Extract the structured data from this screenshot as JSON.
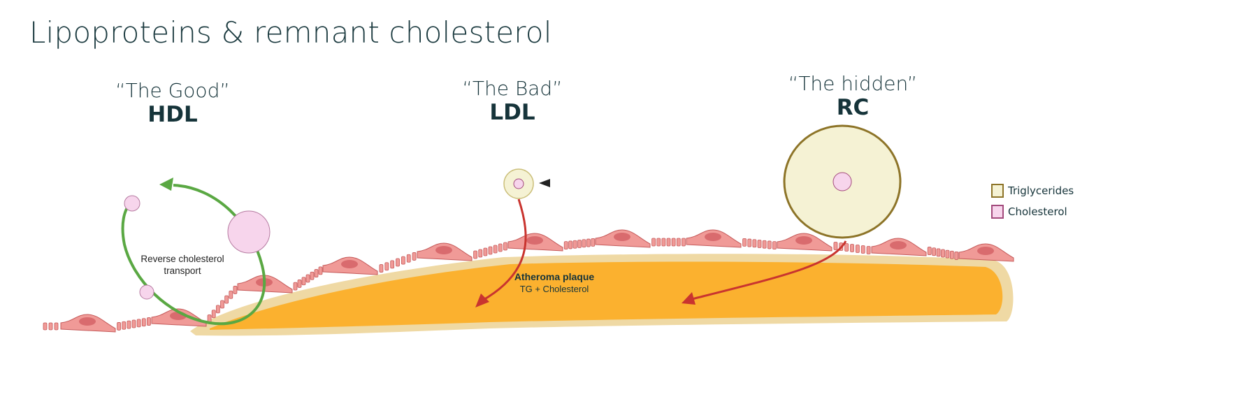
{
  "title": "Lipoproteins & remnant cholesterol",
  "groups": [
    {
      "quote": "“The Good”",
      "name": "HDL"
    },
    {
      "quote": "“The Bad”",
      "name": "LDL"
    },
    {
      "quote": "“The hidden”",
      "name": "RC"
    }
  ],
  "hdl_cycle_label": [
    "Reverse cholesterol",
    "transport"
  ],
  "plaque": {
    "title": "Atheroma plaque",
    "subtitle": "TG + Cholesterol"
  },
  "legend": [
    {
      "label": "Triglycerides",
      "fill": "#f5f2d4",
      "stroke": "#8d7428"
    },
    {
      "label": "Cholesterol",
      "fill": "#f7d5ec",
      "stroke": "#a34a7c"
    }
  ],
  "colors": {
    "plaque": "#fbb12f",
    "plaque_edge": "#efd9a4",
    "cell": "#f09a97",
    "cell_edge": "#c55a5a",
    "nucleus": "#d96b6e",
    "hdl_arrow": "#5aa843",
    "arrow_red": "#c9342f"
  }
}
